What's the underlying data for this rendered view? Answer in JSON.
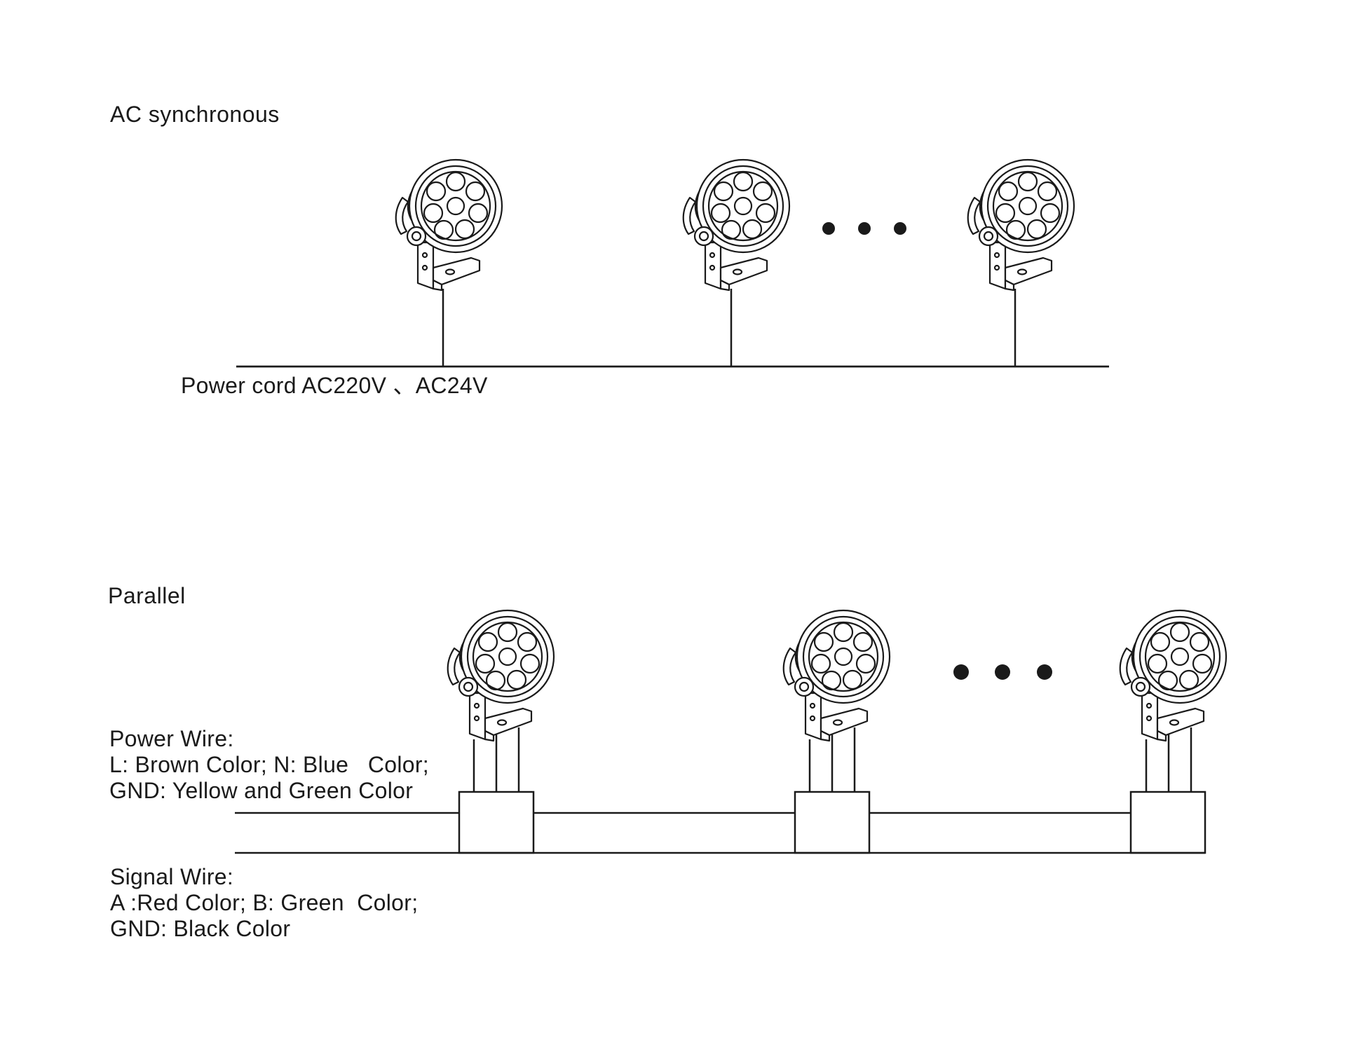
{
  "sections": {
    "ac_sync": {
      "title": "AC synchronous",
      "power_label": "Power cord AC220V 、AC24V"
    },
    "parallel": {
      "title": "Parallel",
      "power_wire": {
        "heading": "Power Wire:",
        "line1": "L: Brown Color; N: Blue   Color;",
        "line2": "GND: Yellow and Green Color"
      },
      "signal_wire": {
        "heading": "Signal Wire:",
        "line1": "A :Red Color; B: Green  Color;",
        "line2": "GND: Black Color"
      }
    }
  },
  "colors": {
    "line": "#1a1a1a",
    "background": "#ffffff"
  },
  "icons": {
    "fixture": "spotlight-icon",
    "ellipsis": "ellipsis-dots"
  }
}
